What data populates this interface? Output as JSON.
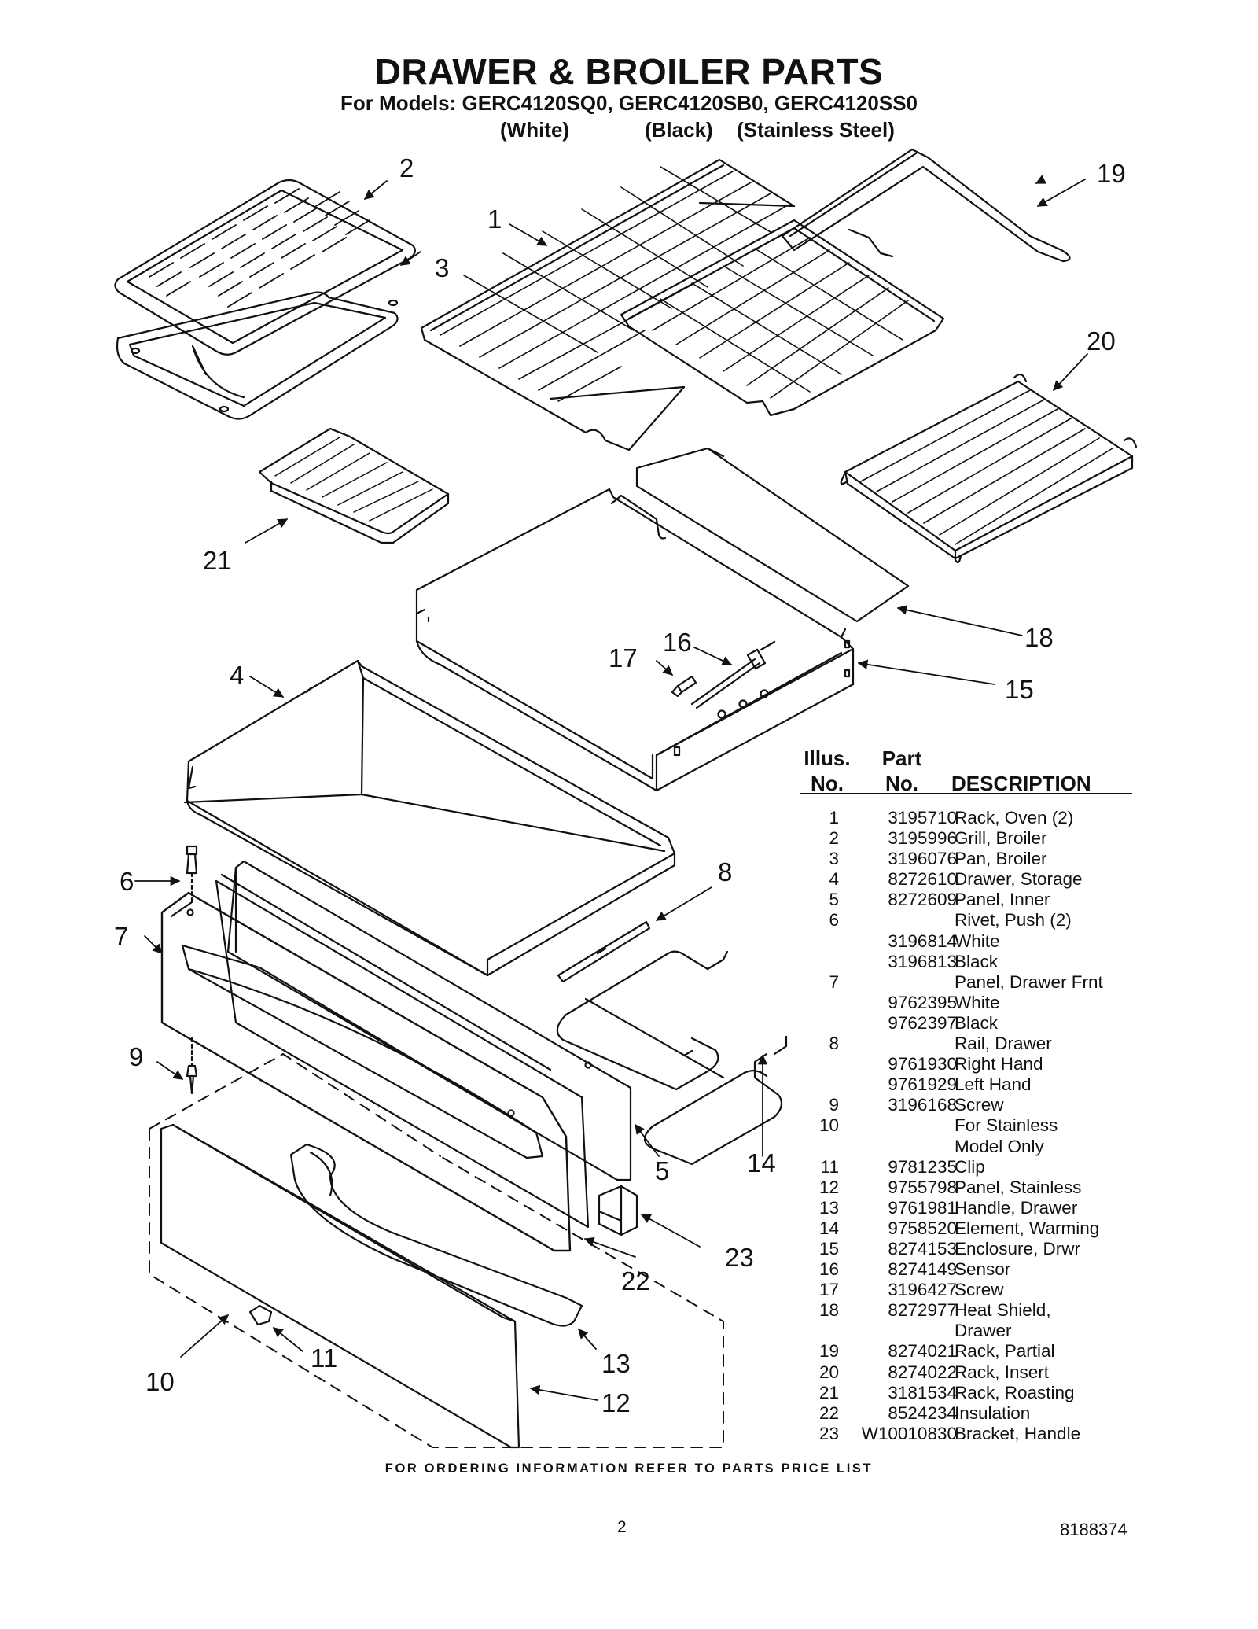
{
  "header": {
    "title": "DRAWER & BROILER PARTS",
    "models": "For Models: GERC4120SQ0, GERC4120SB0, GERC4120SS0",
    "finish_white": "(White)",
    "finish_black": "(Black)",
    "finish_stainless": "(Stainless Steel)"
  },
  "callouts": [
    "1",
    "2",
    "3",
    "4",
    "5",
    "6",
    "7",
    "8",
    "9",
    "10",
    "11",
    "12",
    "13",
    "14",
    "15",
    "16",
    "17",
    "18",
    "19",
    "20",
    "21",
    "22",
    "23"
  ],
  "table": {
    "head_illus": "Illus.",
    "head_no1": "No.",
    "head_part": "Part",
    "head_no2": "No.",
    "head_desc": "DESCRIPTION",
    "rows": [
      {
        "no": "1",
        "part": "3195710",
        "desc": "Rack, Oven (2)"
      },
      {
        "no": "2",
        "part": "3195996",
        "desc": "Grill, Broiler"
      },
      {
        "no": "3",
        "part": "3196076",
        "desc": "Pan, Broiler"
      },
      {
        "no": "4",
        "part": "8272610",
        "desc": "Drawer, Storage"
      },
      {
        "no": "5",
        "part": "8272609",
        "desc": "Panel, Inner"
      },
      {
        "no": "6",
        "part": "",
        "desc": "Rivet, Push (2)"
      },
      {
        "no": "",
        "part": "3196814",
        "desc": "White"
      },
      {
        "no": "",
        "part": "3196813",
        "desc": "Black"
      },
      {
        "no": "7",
        "part": "",
        "desc": "Panel, Drawer Frnt"
      },
      {
        "no": "",
        "part": "9762395",
        "desc": "White"
      },
      {
        "no": "",
        "part": "9762397",
        "desc": "Black"
      },
      {
        "no": "8",
        "part": "",
        "desc": "Rail, Drawer"
      },
      {
        "no": "",
        "part": "9761930",
        "desc": "Right Hand"
      },
      {
        "no": "",
        "part": "9761929",
        "desc": "Left Hand"
      },
      {
        "no": "9",
        "part": "3196168",
        "desc": "Screw"
      },
      {
        "no": "10",
        "part": "",
        "desc": "For Stainless"
      },
      {
        "no": "",
        "part": "",
        "desc": "Model Only"
      },
      {
        "no": "11",
        "part": "9781235",
        "desc": "Clip"
      },
      {
        "no": "12",
        "part": "9755798",
        "desc": "Panel, Stainless"
      },
      {
        "no": "13",
        "part": "9761981",
        "desc": "Handle, Drawer"
      },
      {
        "no": "14",
        "part": "9758520",
        "desc": "Element, Warming"
      },
      {
        "no": "15",
        "part": "8274153",
        "desc": "Enclosure, Drwr"
      },
      {
        "no": "16",
        "part": "8274149",
        "desc": "Sensor"
      },
      {
        "no": "17",
        "part": "3196427",
        "desc": "Screw"
      },
      {
        "no": "18",
        "part": "8272977",
        "desc": "Heat Shield,"
      },
      {
        "no": "",
        "part": "",
        "desc": "Drawer"
      },
      {
        "no": "19",
        "part": "8274021",
        "desc": "Rack, Partial"
      },
      {
        "no": "20",
        "part": "8274022",
        "desc": "Rack, Insert"
      },
      {
        "no": "21",
        "part": "3181534",
        "desc": "Rack, Roasting"
      },
      {
        "no": "22",
        "part": "8524234",
        "desc": "Insulation"
      },
      {
        "no": "23",
        "part": "W10010830",
        "desc": "Bracket, Handle"
      }
    ]
  },
  "footer": {
    "ordering_note": "FOR ORDERING INFORMATION REFER TO PARTS PRICE LIST",
    "page_number": "2",
    "document_number": "8188374"
  }
}
